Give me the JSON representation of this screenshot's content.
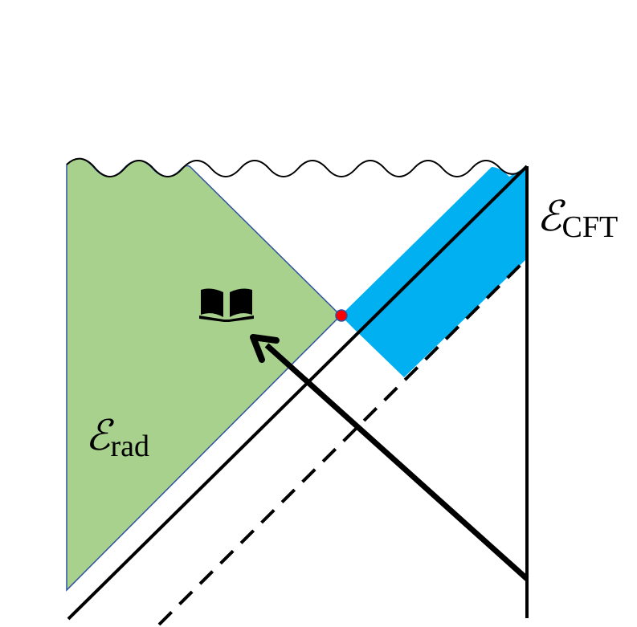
{
  "labels": {
    "cft": {
      "symbol": "ℰ",
      "subscript": "CFT"
    },
    "rad": {
      "symbol": "ℰ",
      "subscript": "rad"
    }
  },
  "icons": {
    "book": "book-icon",
    "point": "quantum-extremal-point"
  },
  "colors": {
    "rad_region": "#a9d18e",
    "cft_region": "#00b0f0",
    "rad_region_edge": "#2f52a0",
    "point": "#ff0000",
    "point_edge": "#2f52a0",
    "line": "#000000"
  }
}
